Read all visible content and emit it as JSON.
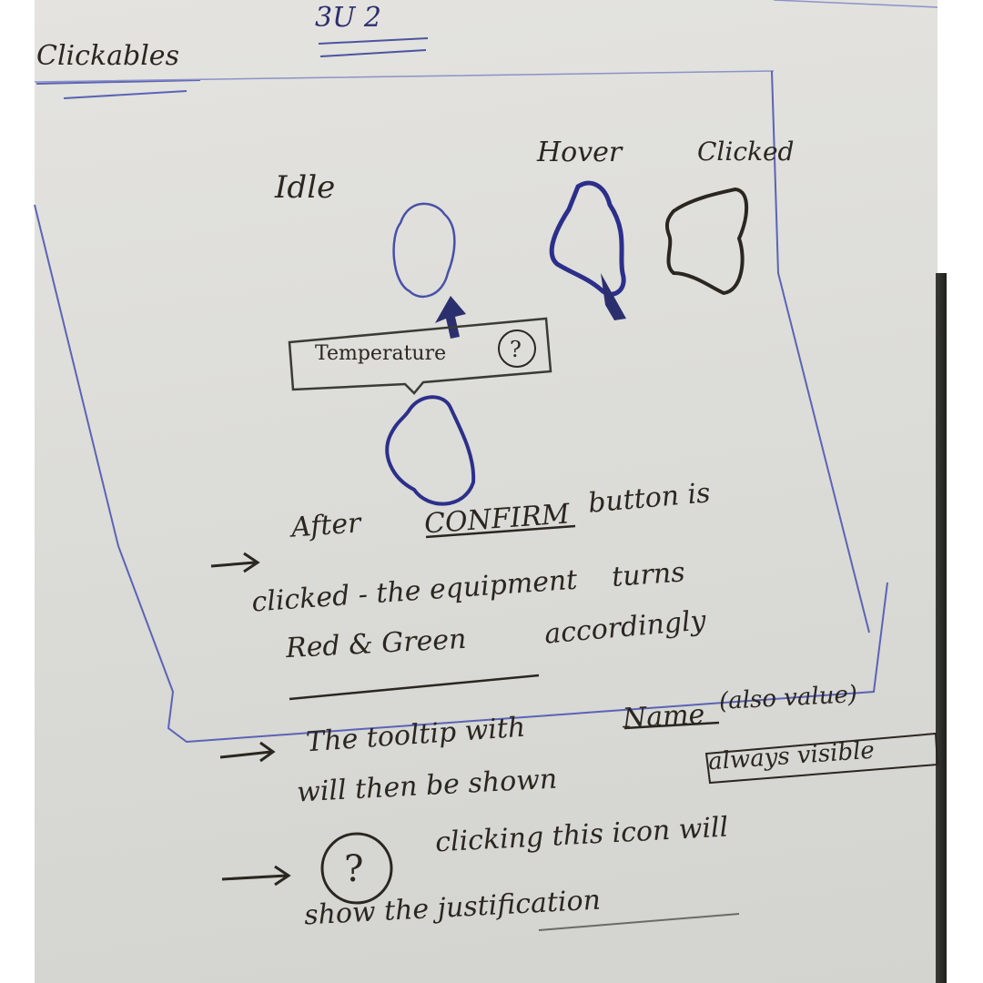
{
  "page": {
    "heading": "Clickables",
    "page_mark": "3U 2"
  },
  "states": {
    "idle": "Idle",
    "hover": "Hover",
    "clicked": "Clicked"
  },
  "tooltip": {
    "label": "Temperature",
    "help_icon": "question-mark-circle-icon"
  },
  "notes": {
    "note1": {
      "part_a": "After",
      "confirm": "CONFIRM",
      "part_b": "button is",
      "part_c": "clicked - the equipment",
      "part_d": "Red & Green",
      "part_e": "accordingly",
      "turns": "turns"
    },
    "note2": {
      "part_a": "The tooltip with",
      "name": "Name",
      "paren": "(also value)",
      "part_b": "will then  be shown",
      "always": "always visible"
    },
    "note3": {
      "icon": "question-mark-circle-icon",
      "part_a": "clicking this icon will",
      "part_b": "show  the  justification"
    }
  },
  "colors": {
    "paper": "#dcdcd8",
    "ink_blue": "#2c2f6e",
    "ink_dark": "#2a2620",
    "frame_line": "#5b63b5"
  }
}
